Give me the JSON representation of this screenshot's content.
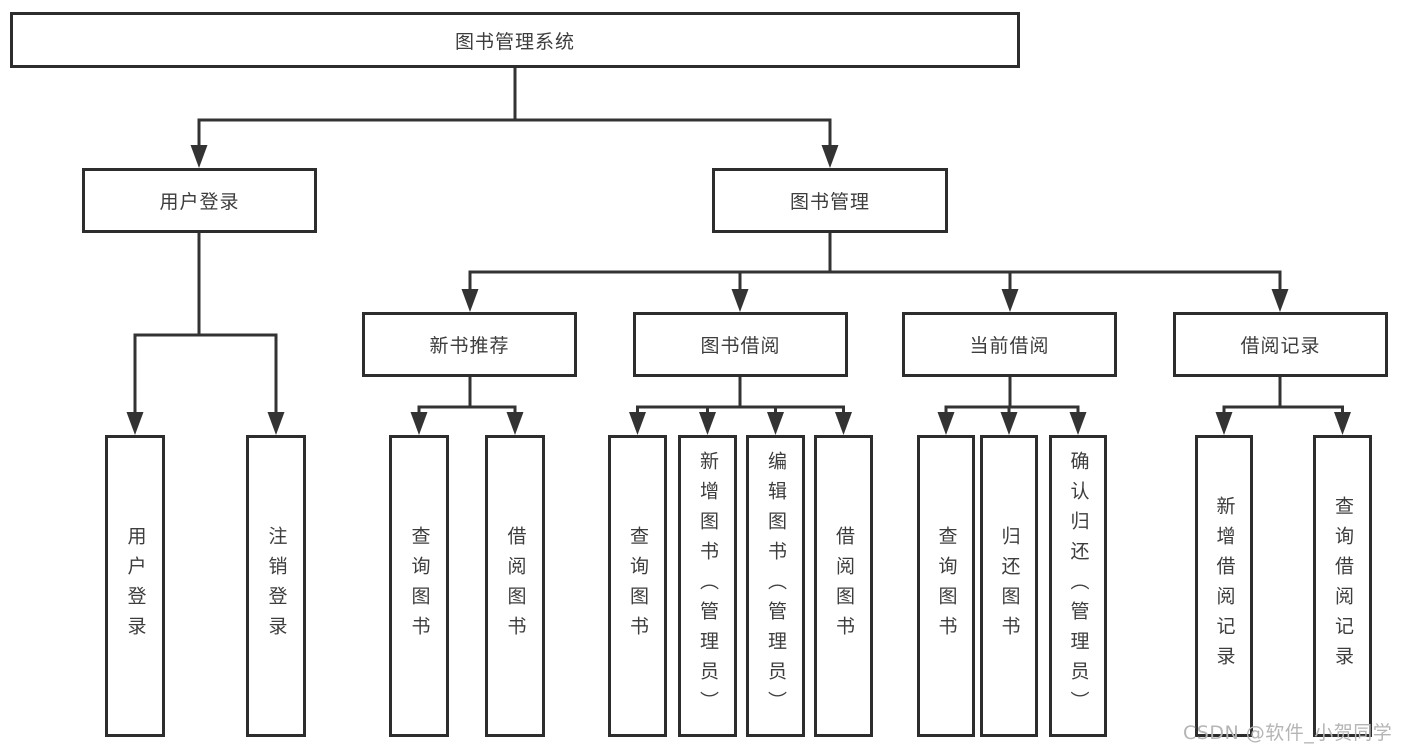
{
  "watermark": "CSDN @软件_小贺同学",
  "tree": {
    "root": "图书管理系统",
    "user_login": {
      "label": "用户登录",
      "children": {
        "login": "用户登录",
        "logout": "注销登录"
      }
    },
    "book_mgmt": {
      "label": "图书管理",
      "new_book": {
        "label": "新书推荐",
        "children": {
          "query": "查询图书",
          "borrow": "借阅图书"
        }
      },
      "borrowing": {
        "label": "图书借阅",
        "children": {
          "query": "查询图书",
          "add": "新增图书（管理员）",
          "edit": "编辑图书（管理员）",
          "borrow": "借阅图书"
        }
      },
      "current": {
        "label": "当前借阅",
        "children": {
          "query": "查询图书",
          "return": "归还图书",
          "confirm": "确认归还（管理员）"
        }
      },
      "records": {
        "label": "借阅记录",
        "children": {
          "add": "新增借阅记录",
          "query": "查询借阅记录"
        }
      }
    }
  }
}
